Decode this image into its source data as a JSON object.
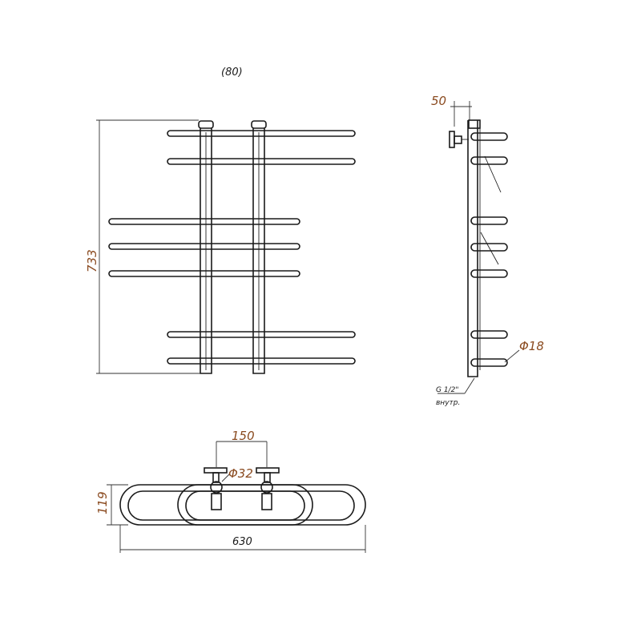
{
  "labels": {
    "depth_note": "(80)",
    "height": "733",
    "offset": "50",
    "bar_diameter": "Φ18",
    "thread": "G 1/2\"",
    "thread_type": "внутр.",
    "center_distance": "150",
    "pipe_diameter": "Φ32",
    "depth": "119",
    "width": "630"
  },
  "colors": {
    "line": "#1a1a1a",
    "accent_text": "#8a4a1f"
  }
}
